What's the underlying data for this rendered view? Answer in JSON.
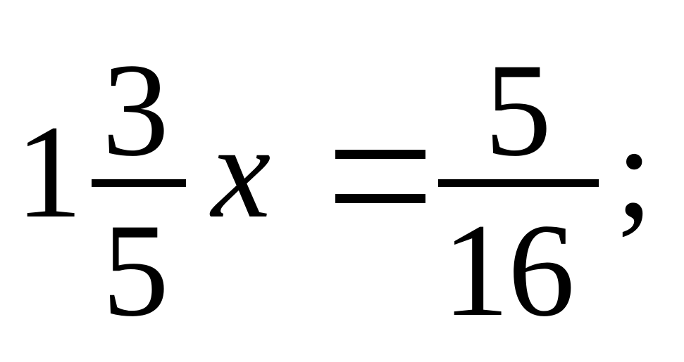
{
  "equation": {
    "whole_part": "1",
    "fraction_left": {
      "numerator": "3",
      "denominator": "5"
    },
    "variable": "x",
    "operator": "=",
    "fraction_right": {
      "numerator": "5",
      "denominator": "16"
    },
    "terminator": ";"
  },
  "colors": {
    "text": "#000000",
    "background": "#ffffff"
  }
}
